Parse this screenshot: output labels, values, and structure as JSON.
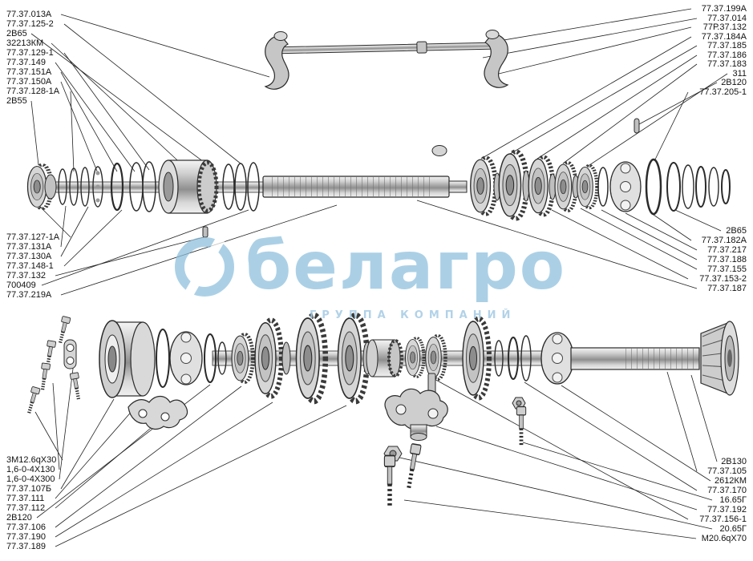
{
  "colors": {
    "background": "#ffffff",
    "line": "#222222",
    "metal_fill": "#d6d6d6",
    "watermark_blue": "#8cbfdd"
  },
  "watermark": {
    "brand": "белагро",
    "subtitle": "ГРУППА КОМПАНИЙ",
    "logo_icon": "belagro-circle-logo"
  },
  "labels": {
    "top_left": [
      "77.37.013А",
      "77.37.125-2",
      "2В65",
      "32213КМ",
      "77.37.129-1",
      "77.37.149",
      "77.37.151А",
      "77.37.150А",
      "77.37.128-1А",
      "2В55"
    ],
    "top_right": [
      "77.37.199А",
      "77.37.014",
      "77Р.37.132",
      "77.37.184А",
      "77.37.185",
      "77.37.186",
      "77.37.183",
      "311",
      "2В120",
      "77.37.205-1"
    ],
    "mid_left": [
      "77.37.127-1А",
      "77.37.131А",
      "77.37.130А",
      "77.37.148-1",
      "77.37.132",
      "700409",
      "77.37.219А"
    ],
    "mid_right": [
      "2В65",
      "77.37.182А",
      "77.37.217",
      "77.37.188",
      "77.37.155",
      "77.37.153-2",
      "77.37.187"
    ],
    "bottom_left": [
      "3М12.6qХ30",
      "1,6-0-4Х130",
      "1,6-0-4Х300",
      "77.37.107Б",
      "77.37.111",
      "77.37.112",
      "2В120",
      "77.37.106",
      "77.37.190",
      "77.37.189"
    ],
    "bottom_right": [
      "2В130",
      "77.37.105",
      "2612КМ",
      "77.37.170",
      "16.65Г",
      "77.37.192",
      "77.37.156-1",
      "20.65Г",
      "М20.6qХ70"
    ]
  }
}
